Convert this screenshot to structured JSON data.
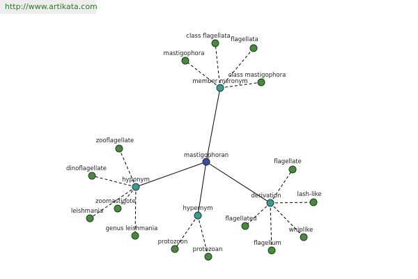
{
  "watermark": "http://www.artikata.com",
  "colors": {
    "root": "#3d4aa0",
    "relation": "#3a9a9a",
    "leaf": "#4a8a3e",
    "node_stroke": "#1e3a1e"
  },
  "graph": {
    "nodes": [
      {
        "id": "root",
        "label": "mastigophoran",
        "kind": "root"
      },
      {
        "id": "member_meronym",
        "label": "member meronym",
        "kind": "relation"
      },
      {
        "id": "hyponym",
        "label": "hyponym",
        "kind": "relation"
      },
      {
        "id": "hypernym",
        "label": "hypernym",
        "kind": "relation"
      },
      {
        "id": "derivation",
        "label": "derivation",
        "kind": "relation"
      },
      {
        "id": "class_flagellata",
        "label": "class flagellata",
        "kind": "leaf"
      },
      {
        "id": "flagellata",
        "label": "flagellata",
        "kind": "leaf"
      },
      {
        "id": "mastigophora",
        "label": "mastigophora",
        "kind": "leaf"
      },
      {
        "id": "class_mastigophora",
        "label": "class mastigophora",
        "kind": "leaf"
      },
      {
        "id": "zooflagellate",
        "label": "zooflagellate",
        "kind": "leaf"
      },
      {
        "id": "dinoflagellate",
        "label": "dinoflagellate",
        "kind": "leaf"
      },
      {
        "id": "zoomastigote",
        "label": "zoomastigote",
        "kind": "leaf"
      },
      {
        "id": "leishmania",
        "label": "leishmania",
        "kind": "leaf"
      },
      {
        "id": "genus_leishmania",
        "label": "genus leishmania",
        "kind": "leaf"
      },
      {
        "id": "protozoon",
        "label": "protozoon",
        "kind": "leaf"
      },
      {
        "id": "protozoan",
        "label": "protozoan",
        "kind": "leaf"
      },
      {
        "id": "flagellate",
        "label": "flagellate",
        "kind": "leaf"
      },
      {
        "id": "lash_like",
        "label": "lash-like",
        "kind": "leaf"
      },
      {
        "id": "flagellated",
        "label": "flagellated",
        "kind": "leaf"
      },
      {
        "id": "whiplike",
        "label": "whiplike",
        "kind": "leaf"
      },
      {
        "id": "flagellum",
        "label": "flagellum",
        "kind": "leaf"
      }
    ],
    "edges": [
      {
        "from": "root",
        "to": "member_meronym",
        "style": "solid"
      },
      {
        "from": "root",
        "to": "hyponym",
        "style": "solid"
      },
      {
        "from": "root",
        "to": "hypernym",
        "style": "solid"
      },
      {
        "from": "root",
        "to": "derivation",
        "style": "solid"
      },
      {
        "from": "member_meronym",
        "to": "class_flagellata",
        "style": "dashed"
      },
      {
        "from": "member_meronym",
        "to": "flagellata",
        "style": "dashed"
      },
      {
        "from": "member_meronym",
        "to": "mastigophora",
        "style": "dashed"
      },
      {
        "from": "member_meronym",
        "to": "class_mastigophora",
        "style": "dashed"
      },
      {
        "from": "hyponym",
        "to": "zooflagellate",
        "style": "dashed"
      },
      {
        "from": "hyponym",
        "to": "dinoflagellate",
        "style": "dashed"
      },
      {
        "from": "hyponym",
        "to": "zoomastigote",
        "style": "dashed"
      },
      {
        "from": "hyponym",
        "to": "leishmania",
        "style": "dashed"
      },
      {
        "from": "hyponym",
        "to": "genus_leishmania",
        "style": "dashed"
      },
      {
        "from": "hypernym",
        "to": "protozoon",
        "style": "dashed"
      },
      {
        "from": "hypernym",
        "to": "protozoan",
        "style": "dashed"
      },
      {
        "from": "derivation",
        "to": "flagellate",
        "style": "dashed"
      },
      {
        "from": "derivation",
        "to": "lash_like",
        "style": "dashed"
      },
      {
        "from": "derivation",
        "to": "flagellated",
        "style": "dashed"
      },
      {
        "from": "derivation",
        "to": "whiplike",
        "style": "dashed"
      },
      {
        "from": "derivation",
        "to": "flagellum",
        "style": "dashed"
      }
    ]
  }
}
